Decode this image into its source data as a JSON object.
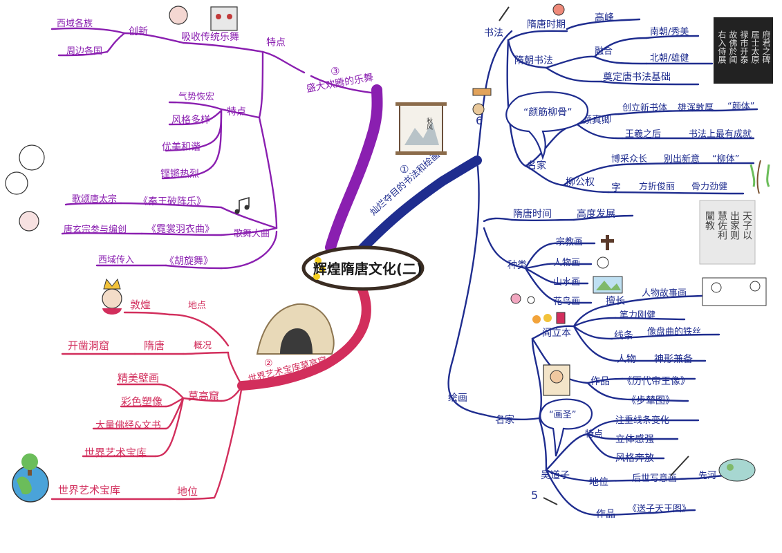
{
  "center": {
    "title": "辉煌隋唐文化(二)"
  },
  "colors": {
    "blue": "#1f2d8f",
    "purple": "#8a1fb0",
    "red": "#d22e5c",
    "center_ring": "#3a2c22"
  },
  "branches": {
    "calligraphy_painting": {
      "number": "①",
      "title": "灿烂夺目的书法和绘画",
      "calligraphy": {
        "label": "书法",
        "period_label": "隋唐时期",
        "period_value": "高峰",
        "sui_label": "隋朝书法",
        "merge_label": "融合",
        "south": "南朝/秀美",
        "north": "北朝/雄健",
        "foundation": "奠定唐书法基础",
        "masters_label": "名家",
        "bubble": "“颜筋柳骨”",
        "yan": {
          "name": "颜真卿",
          "a": "创立新书体",
          "b": "雄浑敦厚",
          "c": "“颜体”",
          "d": "王羲之后",
          "e": "书法上最有成就"
        },
        "liu": {
          "name": "柳公权",
          "a": "博采众长",
          "b": "别出新意",
          "c": "“柳体”",
          "d": "字",
          "e": "方折俊丽",
          "f": "骨力劲健"
        },
        "number_mark": "6"
      },
      "painting": {
        "label": "绘画",
        "period_label": "隋唐时间",
        "period_value": "高度发展",
        "kinds_label": "种类",
        "kinds": [
          "宗教画",
          "人物画",
          "山水画",
          "花鸟画"
        ],
        "masters_label": "名家",
        "yan_liben": {
          "name": "阎立本",
          "skill_label": "擅长",
          "skill": "人物故事画",
          "line_label": "线条",
          "line_a": "笔力刚健",
          "line_b": "像盘曲的铁丝",
          "figure_label": "人物",
          "figure": "神形兼备",
          "works_label": "作品",
          "work_a": "《历代帝王像》",
          "work_b": "《步辇图》"
        },
        "wu": {
          "name": "吴道子",
          "bubble": "“画圣”",
          "feature_label": "特点",
          "f1": "注重线条变化",
          "f2": "立体感强",
          "f3": "风格奔放",
          "status_label": "地位",
          "status_a": "后世写意画",
          "status_b": "先河",
          "works_label": "作品",
          "work": "《送子天王图》"
        },
        "number_mark": "5"
      }
    },
    "music_dance": {
      "number": "③",
      "title": "盛大欢腾的乐舞",
      "traits_label": "特点",
      "absorb": "吸收传统乐舞",
      "innovate": "创新",
      "sources": [
        "西域各族",
        "周边各国"
      ],
      "style_label": "特点",
      "styles": [
        "气势恢宏",
        "风格多样",
        "优美和谐",
        "铿锵热烈"
      ],
      "songs_label": "歌舞大曲",
      "songs": [
        {
          "desc": "歌颂唐太宗",
          "title": "《秦王破阵乐》"
        },
        {
          "desc": "唐玄宗参与编创",
          "title": "《霓裳羽衣曲》"
        },
        {
          "desc": "西域传入",
          "title": "《胡旋舞》"
        }
      ]
    },
    "mogao": {
      "number": "②",
      "title": "世界艺术宝库莫高窟",
      "location_label": "地点",
      "location": "敦煌",
      "overview_label": "概况",
      "era": "隋唐",
      "carve": "开凿洞窟",
      "mogao_label": "莫高窟",
      "items": [
        "精美壁画",
        "彩色塑像",
        "大量佛经&文书",
        "世界艺术宝库"
      ],
      "status_label": "地位",
      "status": "世界艺术宝库"
    }
  },
  "images": {
    "calligraphy_sample": [
      "府君之碑",
      "居士太原",
      "禄市开泰",
      "故佛於闻",
      "右入侍展"
    ],
    "liu_sample": [
      "天子以",
      "出家则",
      "慧佐利",
      "闡教"
    ],
    "scroll_text": [
      "秋风"
    ]
  }
}
